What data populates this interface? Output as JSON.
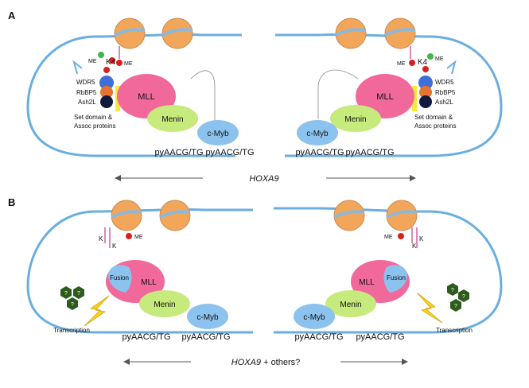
{
  "panels": {
    "a": {
      "letter": "A",
      "gene_label": "HOXA9",
      "left": {
        "me_1": "ME",
        "k4": "K4",
        "me_2": "ME",
        "wdr5": "WDR5",
        "rbbp5": "RbBP5",
        "ash2l": "Ash2L",
        "set_domain_1": "Set domain &",
        "set_domain_2": "Assoc proteins",
        "mll": "MLL",
        "menin": "Menin",
        "cmyb": "c-Myb",
        "site_1": "pyAACG/TG",
        "site_2": "pyAACG/TG"
      },
      "right": {
        "me_1": "ME",
        "k4": "K4",
        "me_2": "ME",
        "wdr5": "WDR5",
        "rbbp5": "RbBP5",
        "ash2l": "Ash2L",
        "set_domain_1": "Set domain &",
        "set_domain_2": "Assoc proteins",
        "mll": "MLL",
        "menin": "Menin",
        "cmyb": "c-Myb",
        "site_1": "pyAACG/TG",
        "site_2": "pyAACG/TG"
      }
    },
    "b": {
      "letter": "B",
      "gene_label": "HOXA9",
      "gene_suffix": " + others?",
      "left": {
        "k_1": "K",
        "k_2": "K",
        "me": "ME",
        "fusion": "Fusion",
        "mll": "MLL",
        "menin": "Menin",
        "cmyb": "c-Myb",
        "q_1": "?",
        "q_2": "?",
        "q_3": "?",
        "transcription": "Transcription",
        "site_1": "pyAACG/TG",
        "site_2": "pyAACG/TG"
      },
      "right": {
        "k_1": "K",
        "k_2": "K",
        "me": "ME",
        "fusion": "Fusion",
        "mll": "MLL",
        "menin": "Menin",
        "cmyb": "c-Myb",
        "q_1": "?",
        "q_2": "?",
        "q_3": "?",
        "transcription": "Transcription",
        "site_1": "pyAACG/TG",
        "site_2": "pyAACG/TG"
      }
    }
  },
  "colors": {
    "dna_strand": "#6aaee0",
    "nucleosome": "#f2a65a",
    "mll": "#f0699a",
    "menin": "#c6ea7c",
    "cmyb": "#8cc2ee",
    "wdr5": "#3d6fd6",
    "rbbp5": "#e8732c",
    "ash2l": "#0f1a3d",
    "set_yellow": "#f3ea3a",
    "methyl_red": "#d92020",
    "methyl_green": "#3fb84a",
    "hexagon": "#2e5a1c",
    "lightning": "#f7d31a"
  }
}
